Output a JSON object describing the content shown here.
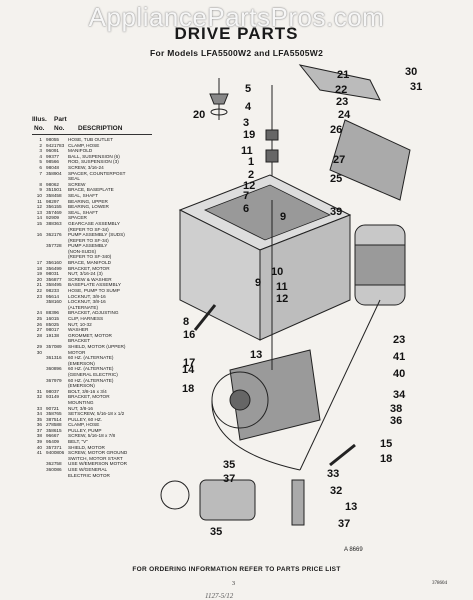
{
  "watermark": "AppliancePartsPros.com",
  "title": "DRIVE PARTS",
  "subtitle": "For Models LFA5500W2 and LFA5505W2",
  "table": {
    "header_illus": "Illus.",
    "header_part": "Part",
    "header_no1": "No.",
    "header_no2": "No.",
    "header_desc": "DESCRIPTION",
    "rows": [
      {
        "no": "1",
        "pn": "98055",
        "desc": "HOSE, TUB OUTLET"
      },
      {
        "no": "2",
        "pn": "9421783",
        "desc": "CLAMP, HOSE"
      },
      {
        "no": "3",
        "pn": "96091",
        "desc": "MANIFOLD"
      },
      {
        "no": "4",
        "pn": "99377",
        "desc": "BALL, SUSPENSION (6)"
      },
      {
        "no": "5",
        "pn": "98566",
        "desc": "ROD, SUSPENSION (3)"
      },
      {
        "no": "6",
        "pn": "98048",
        "desc": "SCREW, 3/16-24"
      },
      {
        "no": "7",
        "pn": "358904",
        "desc": "SPACER, COUNTERPOST"
      },
      {
        "no": "",
        "pn": "",
        "desc": "SEAL"
      },
      {
        "no": "8",
        "pn": "98062",
        "desc": "SCREW"
      },
      {
        "no": "9",
        "pn": "351501",
        "desc": "BRACE, BASEPLATE"
      },
      {
        "no": "10",
        "pn": "358458",
        "desc": "SEAL, SHAFT"
      },
      {
        "no": "11",
        "pn": "98297",
        "desc": "BEARING, UPPER"
      },
      {
        "no": "12",
        "pn": "356155",
        "desc": "BEARING, LOWER"
      },
      {
        "no": "13",
        "pn": "357469",
        "desc": "SEAL, SHAFT"
      },
      {
        "no": "14",
        "pn": "92909",
        "desc": "SPACER"
      },
      {
        "no": "15",
        "pn": "388363",
        "desc": "GEARCASE ASSEMBLY"
      },
      {
        "no": "",
        "pn": "",
        "desc": "(REFER TO SF-34)"
      },
      {
        "no": "16",
        "pn": "362176",
        "desc": "PUMP ASSEMBLY (SUDS)"
      },
      {
        "no": "",
        "pn": "",
        "desc": "(REFER TO SF-34)"
      },
      {
        "no": "",
        "pn": "357728",
        "desc": "PUMP ASSEMBLY"
      },
      {
        "no": "",
        "pn": "",
        "desc": "(NON-SUDS)"
      },
      {
        "no": "",
        "pn": "",
        "desc": "(REFER TO SF-340)"
      },
      {
        "no": "17",
        "pn": "356160",
        "desc": "BRACE, MANIFOLD"
      },
      {
        "no": "18",
        "pn": "356499",
        "desc": "BRACKET, MOTOR"
      },
      {
        "no": "19",
        "pn": "98031",
        "desc": "NUT, 3/16-24 (3)"
      },
      {
        "no": "20",
        "pn": "356877",
        "desc": "SCREW & WASHER"
      },
      {
        "no": "21",
        "pn": "358495",
        "desc": "BASEPLATE ASSEMBLY"
      },
      {
        "no": "22",
        "pn": "98233",
        "desc": "HOSE, PUMP TO SUMP"
      },
      {
        "no": "23",
        "pn": "95614",
        "desc": "LOCKNUT, 3/8-16"
      },
      {
        "no": "",
        "pn": "358160",
        "desc": "LOCKNUT, 3/8-16"
      },
      {
        "no": "",
        "pn": "",
        "desc": "(ALTERNATE)"
      },
      {
        "no": "24",
        "pn": "88396",
        "desc": "BRACKET, ADJUSTING"
      },
      {
        "no": "25",
        "pn": "16015",
        "desc": "CLIP, HARNESS"
      },
      {
        "no": "26",
        "pn": "85025",
        "desc": "NUT, 10-32"
      },
      {
        "no": "27",
        "pn": "98017",
        "desc": "WASHER"
      },
      {
        "no": "28",
        "pn": "19138",
        "desc": "GROMMET, MOTOR"
      },
      {
        "no": "",
        "pn": "",
        "desc": "BRACKET"
      },
      {
        "no": "29",
        "pn": "357089",
        "desc": "SHIELD, MOTOR (UPPER)"
      },
      {
        "no": "30",
        "pn": "",
        "desc": "MOTOR"
      },
      {
        "no": "",
        "pn": "361316",
        "desc": "60 HZ. (ALTERNATE)"
      },
      {
        "no": "",
        "pn": "",
        "desc": "(EMERSON)"
      },
      {
        "no": "",
        "pn": "360896",
        "desc": "60 HZ. (ALTERNATE)"
      },
      {
        "no": "",
        "pn": "",
        "desc": "(GENERAL ELECTRIC)"
      },
      {
        "no": "",
        "pn": "367979",
        "desc": "60 HZ. (ALTERNATE)"
      },
      {
        "no": "",
        "pn": "",
        "desc": "(EMERSON)"
      },
      {
        "no": "31",
        "pn": "98037",
        "desc": "BOLT, 3/8-16 x 3/4"
      },
      {
        "no": "32",
        "pn": "93149",
        "desc": "BRACKET, MOTOR"
      },
      {
        "no": "",
        "pn": "",
        "desc": "MOUNTING"
      },
      {
        "no": "33",
        "pn": "90721",
        "desc": "NUT, 3/8-16"
      },
      {
        "no": "34",
        "pn": "358765",
        "desc": "SETSCREW, 5/16-18 x 1/2"
      },
      {
        "no": "35",
        "pn": "387514",
        "desc": "PULLEY, 60 HZ."
      },
      {
        "no": "36",
        "pn": "278588",
        "desc": "CLAMP, HOSE"
      },
      {
        "no": "37",
        "pn": "358615",
        "desc": "PULLEY, PUMP"
      },
      {
        "no": "38",
        "pn": "96667",
        "desc": "SCREW, 5/16-18 x 7/8"
      },
      {
        "no": "39",
        "pn": "95409",
        "desc": "BELT, \"V\""
      },
      {
        "no": "40",
        "pn": "357371",
        "desc": "SHIELD, MOTOR"
      },
      {
        "no": "41",
        "pn": "9400806",
        "desc": "SCREW, MOTOR GROUND"
      },
      {
        "no": "",
        "pn": "",
        "desc": "SWITCH, MOTOR START"
      },
      {
        "no": "",
        "pn": "362758",
        "desc": "USE W/EMERSON MOTOR"
      },
      {
        "no": "",
        "pn": "360086",
        "desc": "USE W/GENERAL"
      },
      {
        "no": "",
        "pn": "",
        "desc": "ELECTRIC MOTOR"
      }
    ]
  },
  "callouts": [
    "30",
    "31",
    "21",
    "5",
    "22",
    "4",
    "23",
    "24",
    "26",
    "20",
    "3",
    "19",
    "11",
    "1",
    "2",
    "12",
    "27",
    "7",
    "6",
    "25",
    "39",
    "9",
    "10",
    "11",
    "12",
    "8",
    "16",
    "9",
    "17",
    "13",
    "14",
    "18",
    "41",
    "23",
    "40",
    "34",
    "38",
    "36",
    "15",
    "18",
    "35",
    "37",
    "33",
    "32",
    "13",
    "37",
    "35"
  ],
  "figure_code": "A 8669",
  "footer": "FOR ORDERING INFORMATION REFER TO PARTS PRICE LIST",
  "page_number": "3",
  "doc_code": "378604",
  "handwritten": "1127-5/12",
  "colors": {
    "paper": "#f4f2ee",
    "ink": "#1a1a1a"
  }
}
